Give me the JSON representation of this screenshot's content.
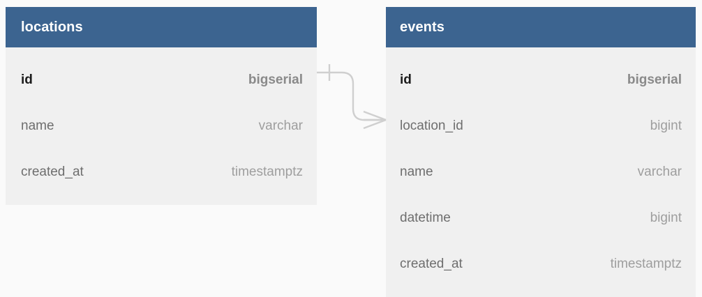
{
  "diagram": {
    "kind": "entity-relationship-diagram",
    "background_color": "#fafafa",
    "header_color": "#3c6490",
    "body_color": "#f0f0f0",
    "connector_color": "#cfcfcf"
  },
  "tables": [
    {
      "name": "locations",
      "fields": [
        {
          "name": "id",
          "type": "bigserial",
          "primary_key": true
        },
        {
          "name": "name",
          "type": "varchar",
          "primary_key": false
        },
        {
          "name": "created_at",
          "type": "timestamptz",
          "primary_key": false
        }
      ]
    },
    {
      "name": "events",
      "fields": [
        {
          "name": "id",
          "type": "bigserial",
          "primary_key": true
        },
        {
          "name": "location_id",
          "type": "bigint",
          "primary_key": false
        },
        {
          "name": "name",
          "type": "varchar",
          "primary_key": false
        },
        {
          "name": "datetime",
          "type": "bigint",
          "primary_key": false
        },
        {
          "name": "created_at",
          "type": "timestamptz",
          "primary_key": false
        }
      ]
    }
  ],
  "relationships": [
    {
      "from_table": "locations",
      "from_field": "id",
      "to_table": "events",
      "to_field": "location_id",
      "from_cardinality": "one",
      "to_cardinality": "many"
    }
  ]
}
